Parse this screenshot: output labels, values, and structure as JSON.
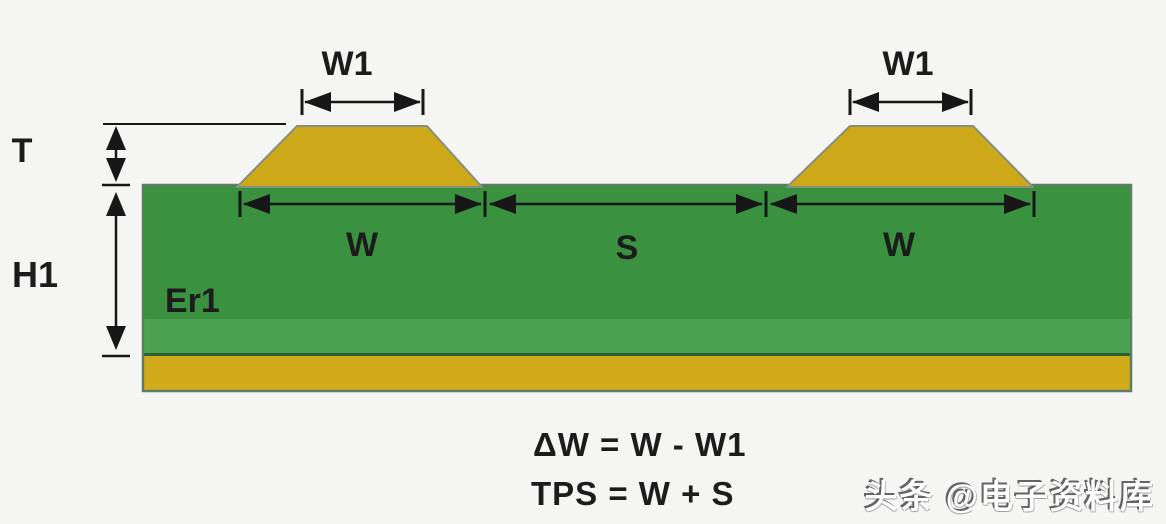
{
  "diagram": {
    "dimension_labels": {
      "w1_left": "W1",
      "w1_right": "W1",
      "thickness": "T",
      "height": "H1",
      "dielectric": "Er1",
      "w_left": "W",
      "spacing": "S",
      "w_right": "W"
    },
    "formulas": {
      "delta_w": "ΔW = W - W1",
      "tps": "TPS = W + S"
    },
    "watermark": "头条 @电子资料库",
    "colors": {
      "background": "#f5f5f3",
      "substrate_green": "#3a9240",
      "substrate_green_light": "#4ba34f",
      "substrate_divider": "#2d6134",
      "copper_trace_gold": "#cda91a",
      "ground_plane_gold": "#d2ab1b",
      "trace_outline": "#87907e",
      "substrate_outline": "#5e7c66",
      "arrow": "#171717",
      "label_text": "#1c1c1c",
      "watermark_text": "#ffffff"
    }
  }
}
